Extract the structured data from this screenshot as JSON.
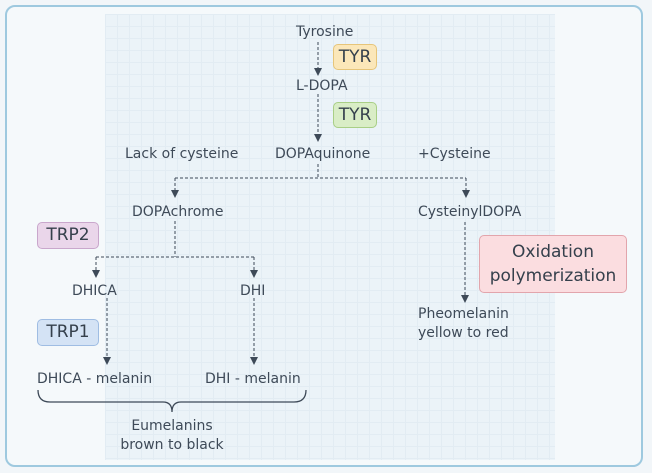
{
  "nodes": {
    "tyrosine": "Tyrosine",
    "ldopa": "L-DOPA",
    "dopaquinone": "DOPAquinone",
    "lack_cysteine": "Lack of cysteine",
    "plus_cysteine": "+Cysteine",
    "dopachrome": "DOPAchrome",
    "cysteinyldopa": "CysteinylDOPA",
    "dhica": "DHICA",
    "dhi": "DHI",
    "dhica_melanin": "DHICA - melanin",
    "dhi_melanin": "DHI - melanin",
    "pheomelanin_line1": "Pheomelanin",
    "pheomelanin_line2": "yellow to red",
    "eumelanins_line1": "Eumelanins",
    "eumelanins_line2": "brown to black"
  },
  "enzymes": {
    "tyr1": "TYR",
    "tyr2": "TYR",
    "trp2": "TRP2",
    "trp1": "TRP1",
    "oxidation_line1": "Oxidation",
    "oxidation_line2": "polymerization"
  },
  "colors": {
    "tyr1_fill": "#fbe7b9",
    "tyr2_fill": "#d9edc6",
    "trp2_fill": "#ead6ea",
    "trp1_fill": "#d4e3f5",
    "oxidation_fill": "#fbdde0",
    "line": "#3e4a58"
  }
}
